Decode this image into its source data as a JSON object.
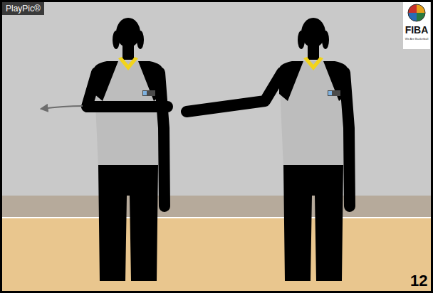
{
  "diagram": {
    "labels": [
      "PlayPic®",
      "FIBA",
      "We Are Basketball",
      "12"
    ]
  }
}
